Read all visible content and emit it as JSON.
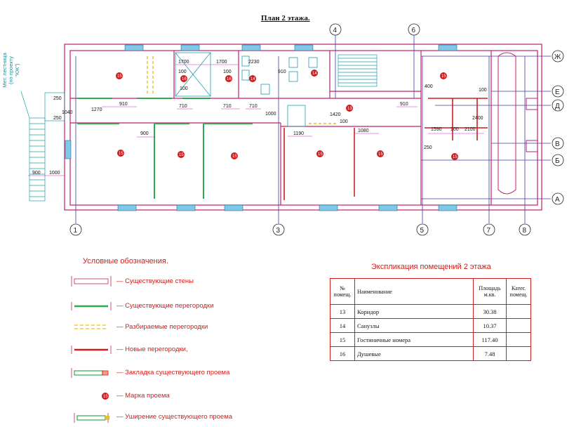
{
  "title": "План 2 этажа.",
  "stair_note": "Мет. лестница (по проекту \"КЖ\")",
  "axes": {
    "bottom": [
      "1",
      "3",
      "5",
      "7",
      "8"
    ],
    "top": [
      "4",
      "6"
    ],
    "right": [
      "Ж",
      "Е",
      "Д",
      "В",
      "Б",
      "А"
    ]
  },
  "room_marks": [
    "15",
    "16",
    "16",
    "14",
    "14",
    "13",
    "15",
    "15",
    "15",
    "15",
    "15",
    "15",
    "15"
  ],
  "dimensions": [
    "1700",
    "1700",
    "2230",
    "100",
    "100",
    "100",
    "910",
    "710",
    "710",
    "710",
    "910",
    "1040",
    "1270",
    "250",
    "250",
    "900",
    "1190",
    "1080",
    "1420",
    "400",
    "100",
    "2400",
    "1590",
    "100",
    "2100",
    "250",
    "900",
    "1000",
    "910",
    "100",
    "1000"
  ],
  "legend": {
    "title": "Условные обозначения.",
    "items": [
      {
        "label": "— Существующие стены",
        "color": "#ffffff"
      },
      {
        "label": "— Существующие перегородки",
        "color": "#2ea84a"
      },
      {
        "label": "— Разбираемые перегородки",
        "color": "#e6c02a"
      },
      {
        "label": "— Новые перегородки,",
        "color": "#d21c1c"
      },
      {
        "label": "— Закладка существующего проема",
        "color": "#2ea84a"
      },
      {
        "label": "— Марка проема",
        "color": "#d21c1c"
      },
      {
        "label": "— Уширение существующего проема",
        "color": "#2ea84a"
      }
    ],
    "mark_symbol": "15"
  },
  "explication": {
    "title": "Экспликация помещений 2 этажа",
    "headers": [
      "№ помещ.",
      "Наименование",
      "Площадь м.кв.",
      "Катег. помещ."
    ],
    "rows": [
      {
        "num": "13",
        "name": "Коридор",
        "area": "30.38",
        "cat": ""
      },
      {
        "num": "14",
        "name": "Санузлы",
        "area": "10.37",
        "cat": ""
      },
      {
        "num": "15",
        "name": "Гостиничные номера",
        "area": "117.40",
        "cat": ""
      },
      {
        "num": "16",
        "name": "Душевые",
        "area": "7.48",
        "cat": ""
      }
    ]
  },
  "colors": {
    "wall": "#c51f6e",
    "axis": "#3a3aa8",
    "partition": "#2ea84a",
    "new_partition": "#d21c1c",
    "removed": "#e6c02a",
    "window": "#7fc8e6",
    "dimension": "#e020d0",
    "stair": "#1d9fae"
  }
}
